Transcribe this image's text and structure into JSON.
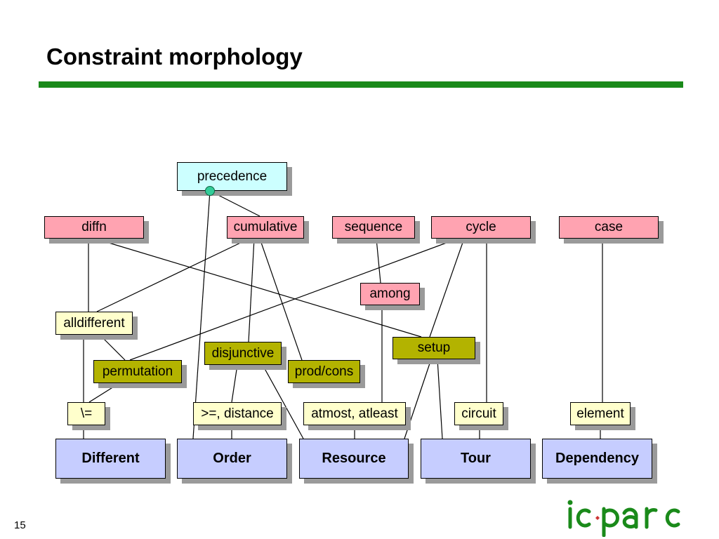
{
  "slide": {
    "title": "Constraint morphology",
    "number": "15"
  },
  "logo": {
    "text": "ic-parc",
    "color": "#1a8a1a"
  },
  "diagram": {
    "top": {
      "precedence": "precedence"
    },
    "row1": {
      "diffn": "diffn",
      "cumulative": "cumulative",
      "sequence": "sequence",
      "cycle": "cycle",
      "case": "case"
    },
    "middle": {
      "among": "among",
      "alldifferent": "alldifferent",
      "setup": "setup",
      "disjunctive": "disjunctive",
      "permutation": "permutation",
      "prod_cons": "prod/cons"
    },
    "row_low": {
      "neq": "\\=",
      "distance": ">=, distance",
      "atmost": "atmost, atleast",
      "circuit": "circuit",
      "element": "element"
    },
    "categories": {
      "different": "Different",
      "order": "Order",
      "resource": "Resource",
      "tour": "Tour",
      "dependency": "Dependency"
    },
    "colors": {
      "top": "#ccffff",
      "row1": "#ffa3b1",
      "yellow": "#ffffcc",
      "olive": "#b3b300",
      "category": "#c6cdff",
      "rule": "#1a8a1a"
    }
  }
}
